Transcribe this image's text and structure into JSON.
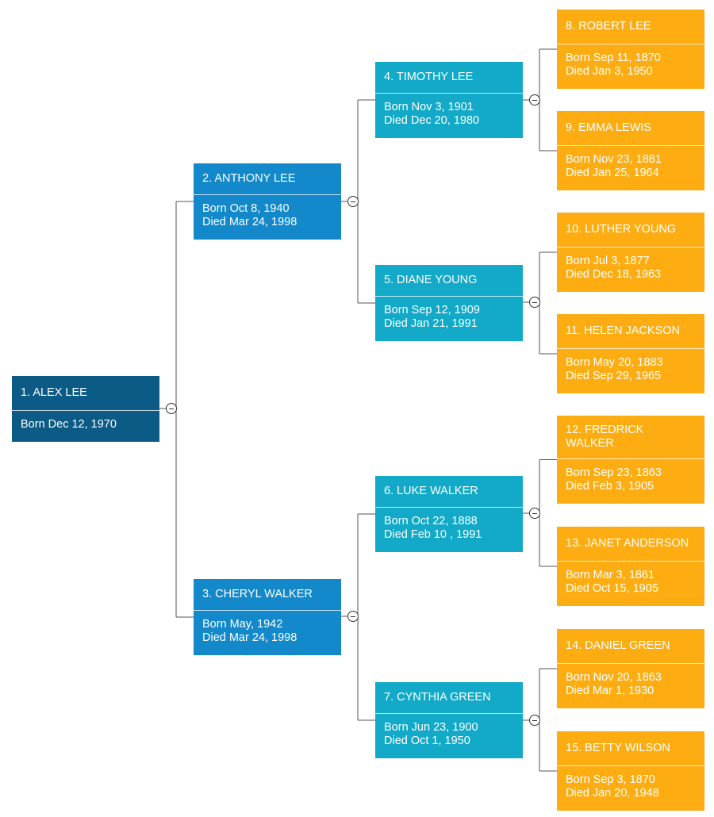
{
  "colors": {
    "gen1": "#0c5a86",
    "gen2": "#1389cc",
    "gen3": "#12aac8",
    "gen4": "#fdad12",
    "connector": "#555555"
  },
  "people": [
    {
      "id": 1,
      "name": "1. ALEX LEE",
      "born": "Born Dec 12, 1970",
      "died": ""
    },
    {
      "id": 2,
      "name": "2. ANTHONY LEE",
      "born": "Born Oct 8, 1940",
      "died": "Died Mar 24, 1998"
    },
    {
      "id": 3,
      "name": "3. CHERYL WALKER",
      "born": "Born May, 1942",
      "died": "Died Mar 24, 1998"
    },
    {
      "id": 4,
      "name": "4. TIMOTHY LEE",
      "born": "Born Nov 3, 1901",
      "died": "Died Dec 20, 1980"
    },
    {
      "id": 5,
      "name": "5. DIANE YOUNG",
      "born": "Born Sep 12, 1909",
      "died": "Died Jan 21, 1991"
    },
    {
      "id": 6,
      "name": "6. LUKE WALKER",
      "born": "Born Oct 22, 1888",
      "died": "Died Feb 10 , 1991"
    },
    {
      "id": 7,
      "name": "7. CYNTHIA GREEN",
      "born": "Born Jun 23, 1900",
      "died": "Died Oct 1, 1950"
    },
    {
      "id": 8,
      "name": "8. ROBERT LEE",
      "born": "Born Sep 11, 1870",
      "died": "Died Jan 3, 1950"
    },
    {
      "id": 9,
      "name": "9. EMMA LEWIS",
      "born": "Born Nov 23, 1881",
      "died": "Died Jan 25, 1964"
    },
    {
      "id": 10,
      "name": "10. LUTHER YOUNG",
      "born": "Born Jul 3, 1877",
      "died": "Died Dec 18, 1963"
    },
    {
      "id": 11,
      "name": "11. HELEN JACKSON",
      "born": "Born May 20, 1883",
      "died": "Died Sep 29, 1965"
    },
    {
      "id": 12,
      "name": "12. FREDRICK\nWALKER",
      "born": "Born Sep 23, 1863",
      "died": "Died Feb 3, 1905"
    },
    {
      "id": 13,
      "name": "13. JANET ANDERSON",
      "born": "Born Mar 3, 1861",
      "died": "Died Oct 15, 1905"
    },
    {
      "id": 14,
      "name": "14. DANIEL GREEN",
      "born": "Born Nov 20, 1863",
      "died": "Died Mar 1, 1930"
    },
    {
      "id": 15,
      "name": "15. BETTY WILSON",
      "born": "Born Sep 3, 1870",
      "died": "Died Jan 20, 1948"
    }
  ]
}
